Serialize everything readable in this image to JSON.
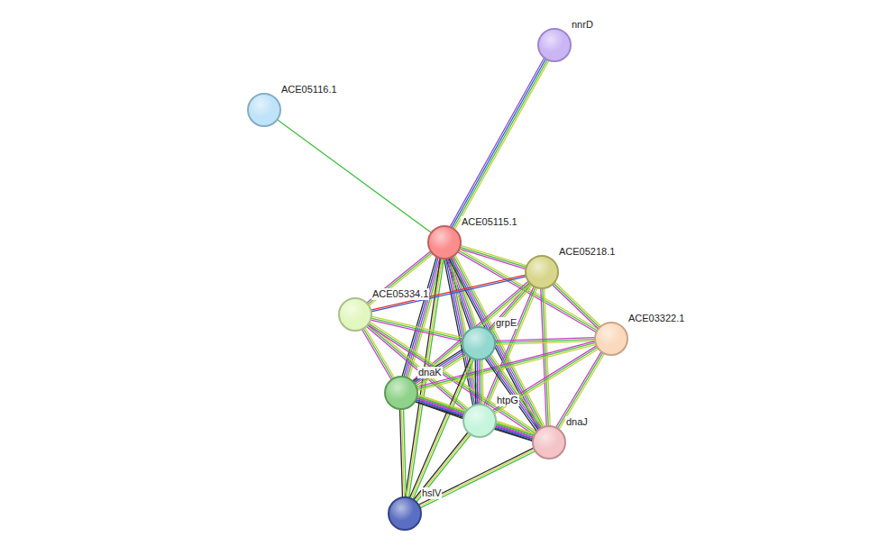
{
  "diagram": {
    "nodes": [
      {
        "text": [
          "nnrD"
        ]
      },
      {
        "text": [
          "ACE05116.1"
        ]
      },
      {
        "text": [
          "ACE05115.1"
        ]
      },
      {
        "text": [
          "ACE05218.1"
        ]
      },
      {
        "text": [
          "ACE05334.1"
        ]
      },
      {
        "text": [
          "ACE03322.1"
        ]
      },
      {
        "text": [
          "grpE"
        ]
      },
      {
        "text": [
          "dnaK"
        ]
      },
      {
        "text": [
          "htpG"
        ]
      },
      {
        "text": [
          "dnaJ"
        ]
      },
      {
        "text": [
          "hslV"
        ]
      }
    ],
    "edges": [
      {
        "from": 0,
        "to": 2,
        "arrow": "none"
      },
      {
        "from": 1,
        "to": 2,
        "arrow": "none"
      },
      {
        "from": 2,
        "to": 3,
        "arrow": "none"
      },
      {
        "from": 2,
        "to": 4,
        "arrow": "none"
      },
      {
        "from": 2,
        "to": 5,
        "arrow": "none"
      },
      {
        "from": 2,
        "to": 6,
        "arrow": "none"
      },
      {
        "from": 2,
        "to": 7,
        "arrow": "none"
      },
      {
        "from": 2,
        "to": 8,
        "arrow": "none"
      },
      {
        "from": 2,
        "to": 9,
        "arrow": "none"
      },
      {
        "from": 2,
        "to": 10,
        "arrow": "none"
      },
      {
        "from": 3,
        "to": 4,
        "arrow": "none"
      },
      {
        "from": 3,
        "to": 5,
        "arrow": "none"
      },
      {
        "from": 3,
        "to": 6,
        "arrow": "none"
      },
      {
        "from": 3,
        "to": 7,
        "arrow": "none"
      },
      {
        "from": 3,
        "to": 8,
        "arrow": "none"
      },
      {
        "from": 3,
        "to": 9,
        "arrow": "none"
      },
      {
        "from": 4,
        "to": 6,
        "arrow": "none"
      },
      {
        "from": 4,
        "to": 7,
        "arrow": "none"
      },
      {
        "from": 4,
        "to": 8,
        "arrow": "none"
      },
      {
        "from": 4,
        "to": 9,
        "arrow": "none"
      },
      {
        "from": 5,
        "to": 6,
        "arrow": "none"
      },
      {
        "from": 5,
        "to": 7,
        "arrow": "none"
      },
      {
        "from": 5,
        "to": 8,
        "arrow": "none"
      },
      {
        "from": 5,
        "to": 9,
        "arrow": "none"
      },
      {
        "from": 6,
        "to": 7,
        "arrow": "none"
      },
      {
        "from": 6,
        "to": 8,
        "arrow": "none"
      },
      {
        "from": 6,
        "to": 9,
        "arrow": "none"
      },
      {
        "from": 6,
        "to": 10,
        "arrow": "none"
      },
      {
        "from": 7,
        "to": 8,
        "arrow": "none"
      },
      {
        "from": 7,
        "to": 9,
        "arrow": "none"
      },
      {
        "from": 7,
        "to": 10,
        "arrow": "none"
      },
      {
        "from": 8,
        "to": 9,
        "arrow": "none"
      },
      {
        "from": 8,
        "to": 10,
        "arrow": "none"
      },
      {
        "from": 9,
        "to": 10,
        "arrow": "none"
      }
    ]
  }
}
